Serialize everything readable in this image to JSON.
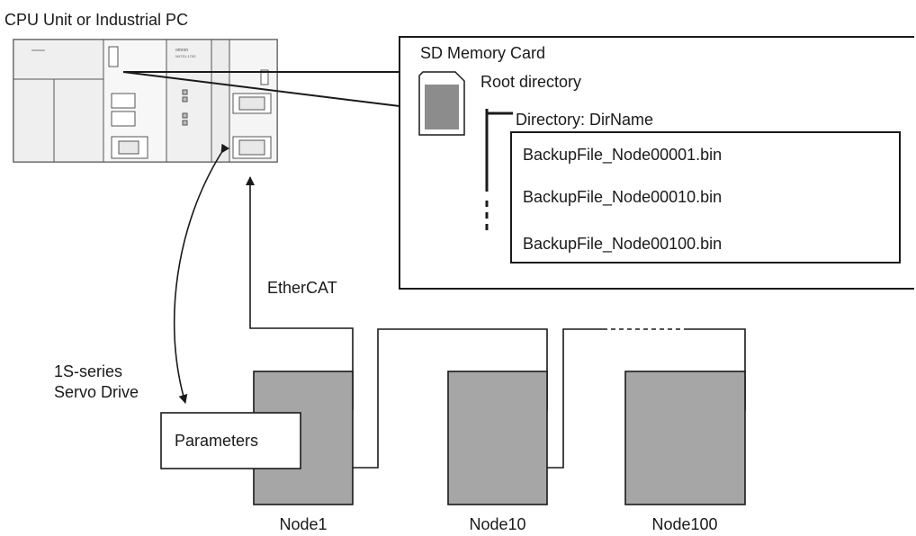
{
  "controller": {
    "label": "CPU Unit or Industrial PC"
  },
  "sd_card": {
    "title": "SD Memory Card",
    "root": "Root directory",
    "directory": "Directory: DirName",
    "files": [
      "BackupFile_Node00001.bin",
      "BackupFile_Node00010.bin",
      "BackupFile_Node00100.bin"
    ]
  },
  "network": {
    "label": "EtherCAT"
  },
  "drive": {
    "line1": "1S-series",
    "line2": "Servo Drive"
  },
  "parameters": {
    "label": "Parameters"
  },
  "nodes": [
    "Node1",
    "Node10",
    "Node100"
  ],
  "colors": {
    "node_fill": "#a6a6a6",
    "line": "#1a1a1a",
    "unit_bg": "#f2f2f2"
  }
}
